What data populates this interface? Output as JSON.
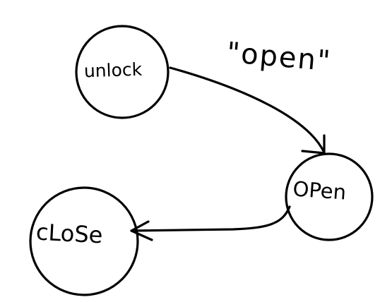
{
  "diagram": {
    "nodes": [
      {
        "id": "unlock",
        "label": "unlock"
      },
      {
        "id": "open",
        "label": "OPen"
      },
      {
        "id": "close",
        "label": "cLoSe"
      }
    ],
    "edges": [
      {
        "from": "unlock",
        "to": "open",
        "label": "\"open\""
      },
      {
        "from": "open",
        "to": "close",
        "label": ""
      }
    ],
    "ink_color": "#000000",
    "background": "#ffffff"
  }
}
